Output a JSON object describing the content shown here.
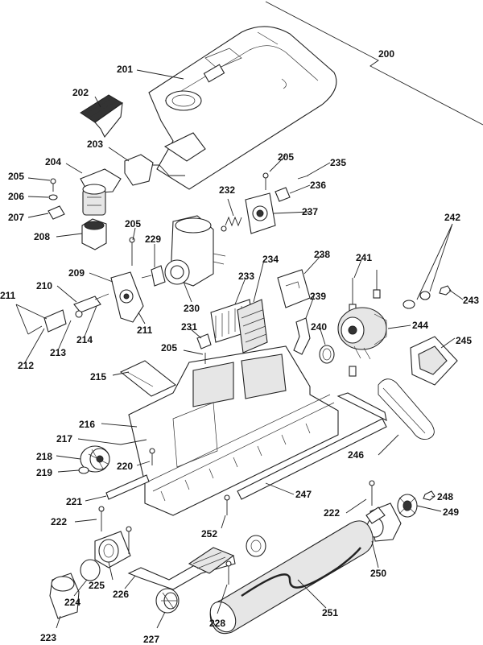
{
  "diagram": {
    "labels": [
      "200",
      "201",
      "202",
      "203",
      "204",
      "205",
      "206",
      "207",
      "208",
      "205",
      "229",
      "209",
      "210",
      "211",
      "212",
      "213",
      "214",
      "211",
      "230",
      "232",
      "205",
      "235",
      "236",
      "237",
      "233",
      "234",
      "238",
      "231",
      "205",
      "241",
      "239",
      "240",
      "244",
      "242",
      "243",
      "245",
      "215",
      "216",
      "217",
      "218",
      "219",
      "220",
      "221",
      "246",
      "247",
      "222",
      "248",
      "249",
      "222",
      "252",
      "250",
      "225",
      "226",
      "224",
      "223",
      "227",
      "228",
      "251"
    ]
  }
}
